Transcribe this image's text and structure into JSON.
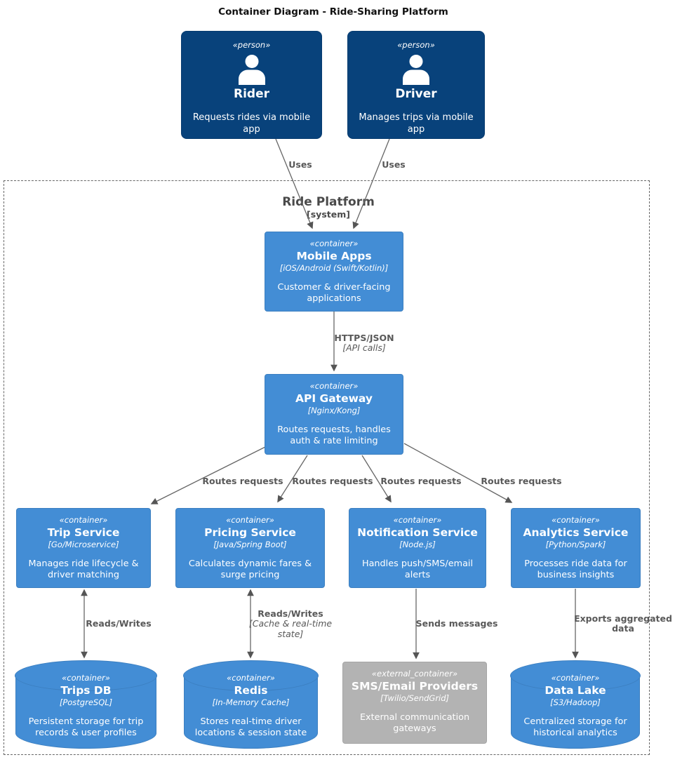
{
  "title": "Container Diagram - Ride-Sharing Platform",
  "boundary": {
    "name": "Ride Platform",
    "type": "[system]"
  },
  "nodes": {
    "rider": {
      "stereotype": "«person»",
      "name": "Rider",
      "description": "Requests rides via mobile app",
      "icon": "person-icon"
    },
    "driver": {
      "stereotype": "«person»",
      "name": "Driver",
      "description": "Manages trips via mobile app",
      "icon": "person-icon"
    },
    "mobile_apps": {
      "stereotype": "«container»",
      "name": "Mobile Apps",
      "tech": "[iOS/Android (Swift/Kotlin)]",
      "description": "Customer & driver-facing applications"
    },
    "api_gateway": {
      "stereotype": "«container»",
      "name": "API Gateway",
      "tech": "[Nginx/Kong]",
      "description": "Routes requests, handles auth & rate limiting"
    },
    "trip_service": {
      "stereotype": "«container»",
      "name": "Trip Service",
      "tech": "[Go/Microservice]",
      "description": "Manages ride lifecycle & driver matching"
    },
    "pricing_service": {
      "stereotype": "«container»",
      "name": "Pricing Service",
      "tech": "[Java/Spring Boot]",
      "description": "Calculates dynamic fares & surge pricing"
    },
    "notification_service": {
      "stereotype": "«container»",
      "name": "Notification Service",
      "tech": "[Node.js]",
      "description": "Handles push/SMS/email alerts"
    },
    "analytics_service": {
      "stereotype": "«container»",
      "name": "Analytics Service",
      "tech": "[Python/Spark]",
      "description": "Processes ride data for business insights"
    },
    "trips_db": {
      "stereotype": "«container»",
      "name": "Trips DB",
      "tech": "[PostgreSQL]",
      "description": "Persistent storage for trip records & user profiles",
      "shape": "database-cylinder"
    },
    "redis": {
      "stereotype": "«container»",
      "name": "Redis",
      "tech": "[In-Memory Cache]",
      "description": "Stores real-time driver locations & session state",
      "shape": "database-cylinder"
    },
    "sms_email": {
      "stereotype": "«external_container»",
      "name": "SMS/Email Providers",
      "tech": "[Twilio/SendGrid]",
      "description": "External communication gateways"
    },
    "data_lake": {
      "stereotype": "«container»",
      "name": "Data Lake",
      "tech": "[S3/Hadoop]",
      "description": "Centralized storage for historical analytics",
      "shape": "database-cylinder"
    }
  },
  "edges": {
    "rider_uses": {
      "label": "Uses"
    },
    "driver_uses": {
      "label": "Uses"
    },
    "mobile_gateway": {
      "label": "HTTPS/JSON",
      "tech": "[API calls]"
    },
    "gw_trip": {
      "label": "Routes requests"
    },
    "gw_pricing": {
      "label": "Routes requests"
    },
    "gw_notification": {
      "label": "Routes requests"
    },
    "gw_analytics": {
      "label": "Routes requests"
    },
    "trip_db": {
      "label": "Reads/Writes"
    },
    "pricing_redis": {
      "label": "Reads/Writes",
      "tech": "[Cache & real-time state]"
    },
    "notification_sms": {
      "label": "Sends messages"
    },
    "analytics_lake": {
      "label": "Exports aggregated data"
    }
  },
  "colors": {
    "person": "#08427b",
    "person_border": "#073b6f",
    "container": "#438dd5",
    "container_border": "#3c7fc0",
    "external": "#b3b3b3",
    "external_border": "#a6a6a6",
    "edge": "#666666",
    "label": "#595959"
  }
}
